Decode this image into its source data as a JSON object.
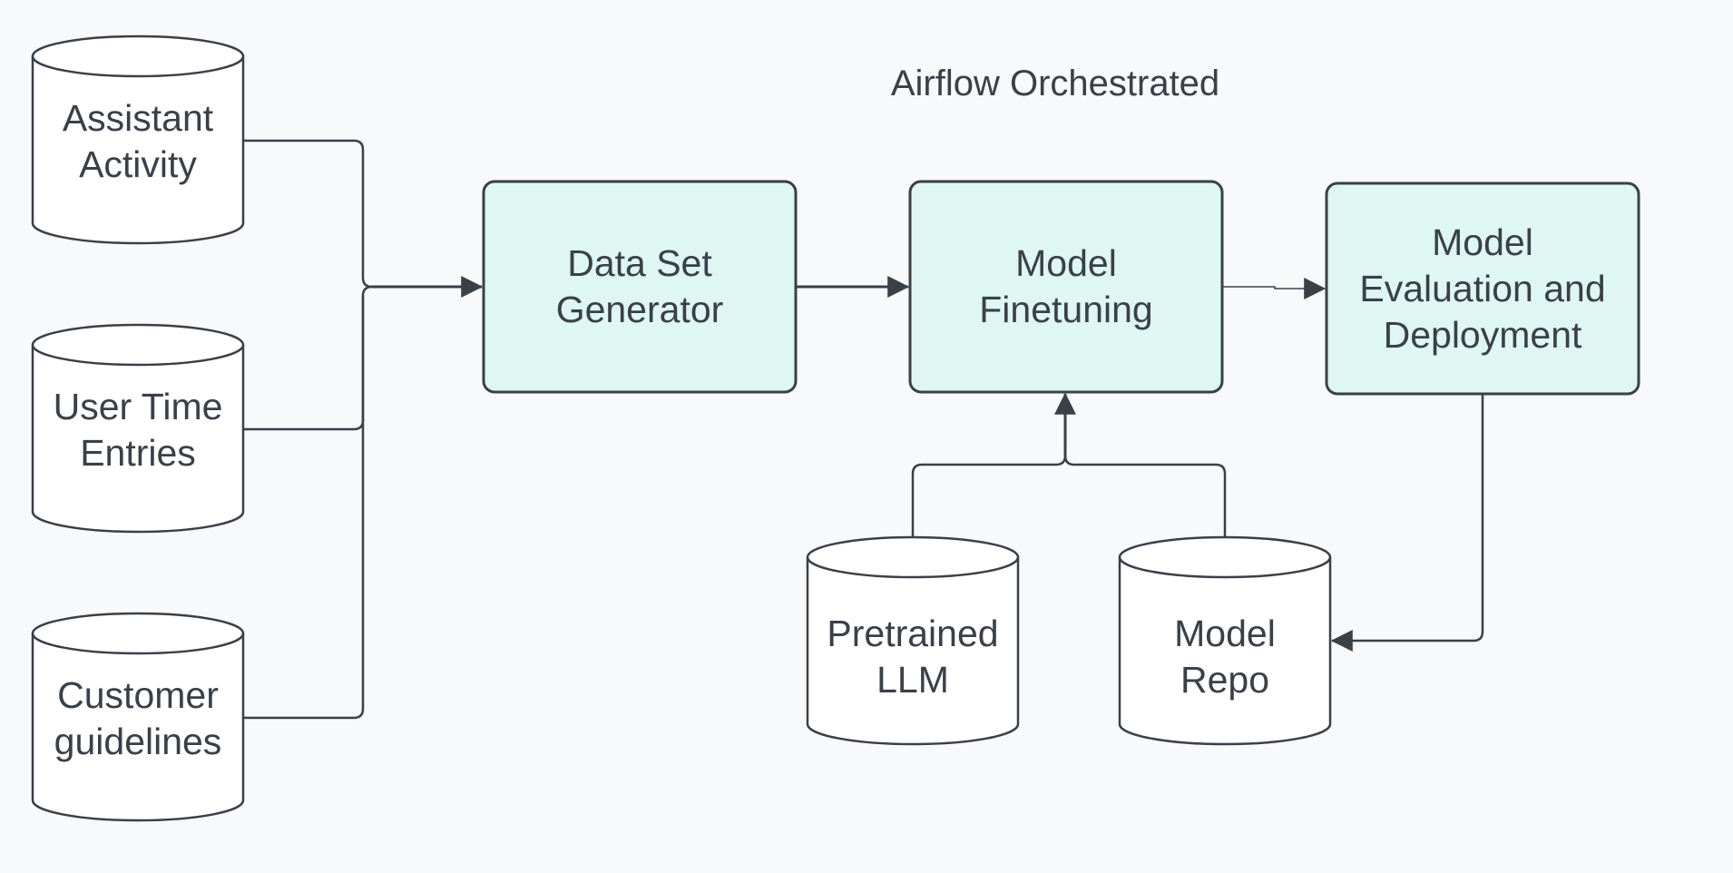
{
  "title": "Airflow Orchestrated",
  "sources": [
    {
      "line1": "Assistant",
      "line2": "Activity"
    },
    {
      "line1": "User Time",
      "line2": "Entries"
    },
    {
      "line1": "Customer",
      "line2": "guidelines"
    }
  ],
  "stages": [
    {
      "line1": "Data Set",
      "line2": "Generator"
    },
    {
      "line1": "Model",
      "line2": "Finetuning"
    },
    {
      "line1": "Model",
      "line2": "Evaluation and",
      "line3": "Deployment"
    }
  ],
  "stores": [
    {
      "line1": "Pretrained",
      "line2": "LLM"
    },
    {
      "line1": "Model",
      "line2": "Repo"
    }
  ],
  "colors": {
    "stage_fill": "#dff7f3",
    "stroke": "#3a4048",
    "store_fill": "#ffffff",
    "background": "#f8f9fb"
  }
}
